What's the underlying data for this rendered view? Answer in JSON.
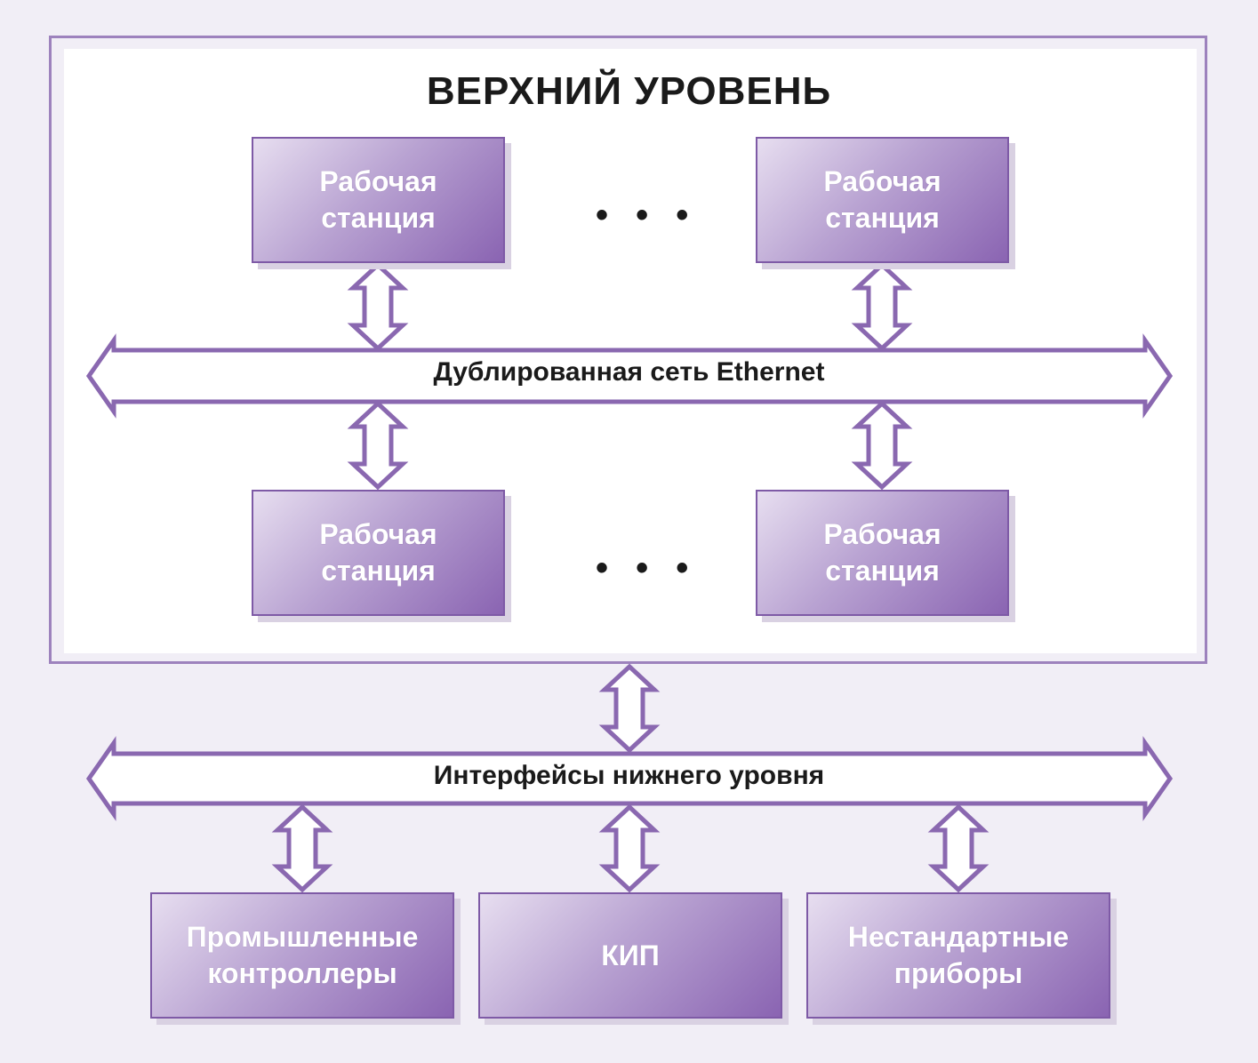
{
  "upper_level": {
    "title": "ВЕРХНИЙ УРОВЕНЬ",
    "workstations_top": [
      {
        "line1": "Рабочая",
        "line2": "станция"
      },
      {
        "line1": "Рабочая",
        "line2": "станция"
      }
    ],
    "workstations_bottom": [
      {
        "line1": "Рабочая",
        "line2": "станция"
      },
      {
        "line1": "Рабочая",
        "line2": "станция"
      }
    ],
    "ellipsis": "• • •",
    "network_label": "Дублированная сеть Ethernet"
  },
  "lower_level": {
    "bus_label": "Интерфейсы нижнего уровня",
    "devices": [
      {
        "line1": "Промышленные",
        "line2": "контроллеры"
      },
      {
        "line1": "КИП",
        "line2": ""
      },
      {
        "line1": "Нестандартные",
        "line2": "приборы"
      }
    ]
  },
  "colors": {
    "accent_border": "#7e5aa6",
    "frame": "#9d82bd",
    "background": "#f1eef6"
  }
}
